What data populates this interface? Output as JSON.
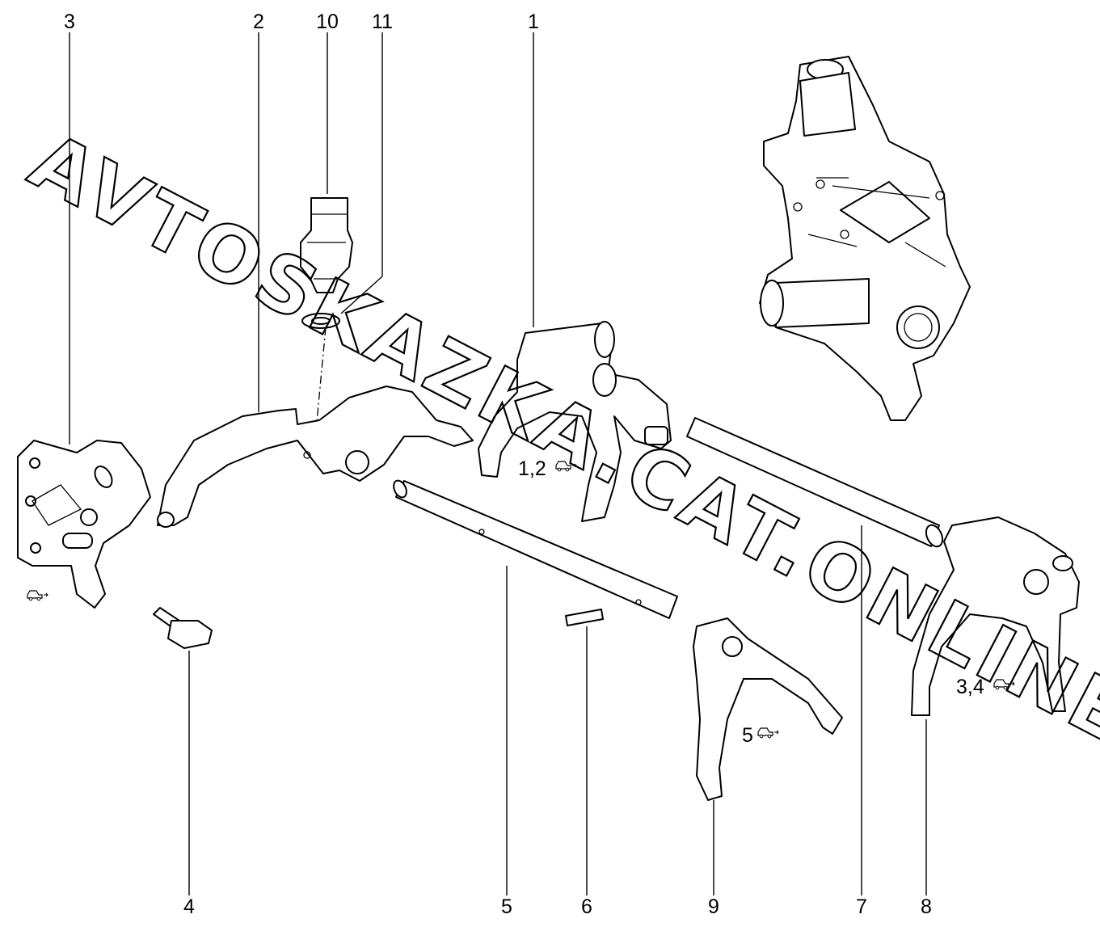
{
  "watermark": "AVTOSKAZKA.CAT.ONLINE",
  "callouts": [
    {
      "id": "1"
    },
    {
      "id": "2"
    },
    {
      "id": "3"
    },
    {
      "id": "4"
    },
    {
      "id": "5"
    },
    {
      "id": "6"
    },
    {
      "id": "7"
    },
    {
      "id": "8"
    },
    {
      "id": "9"
    },
    {
      "id": "10"
    },
    {
      "id": "11"
    }
  ],
  "gear_labels": {
    "fork_1_2": "1,2",
    "fork_3_4": "3,4",
    "fork_5": "5"
  },
  "icons": [
    "car-direction-icon"
  ]
}
